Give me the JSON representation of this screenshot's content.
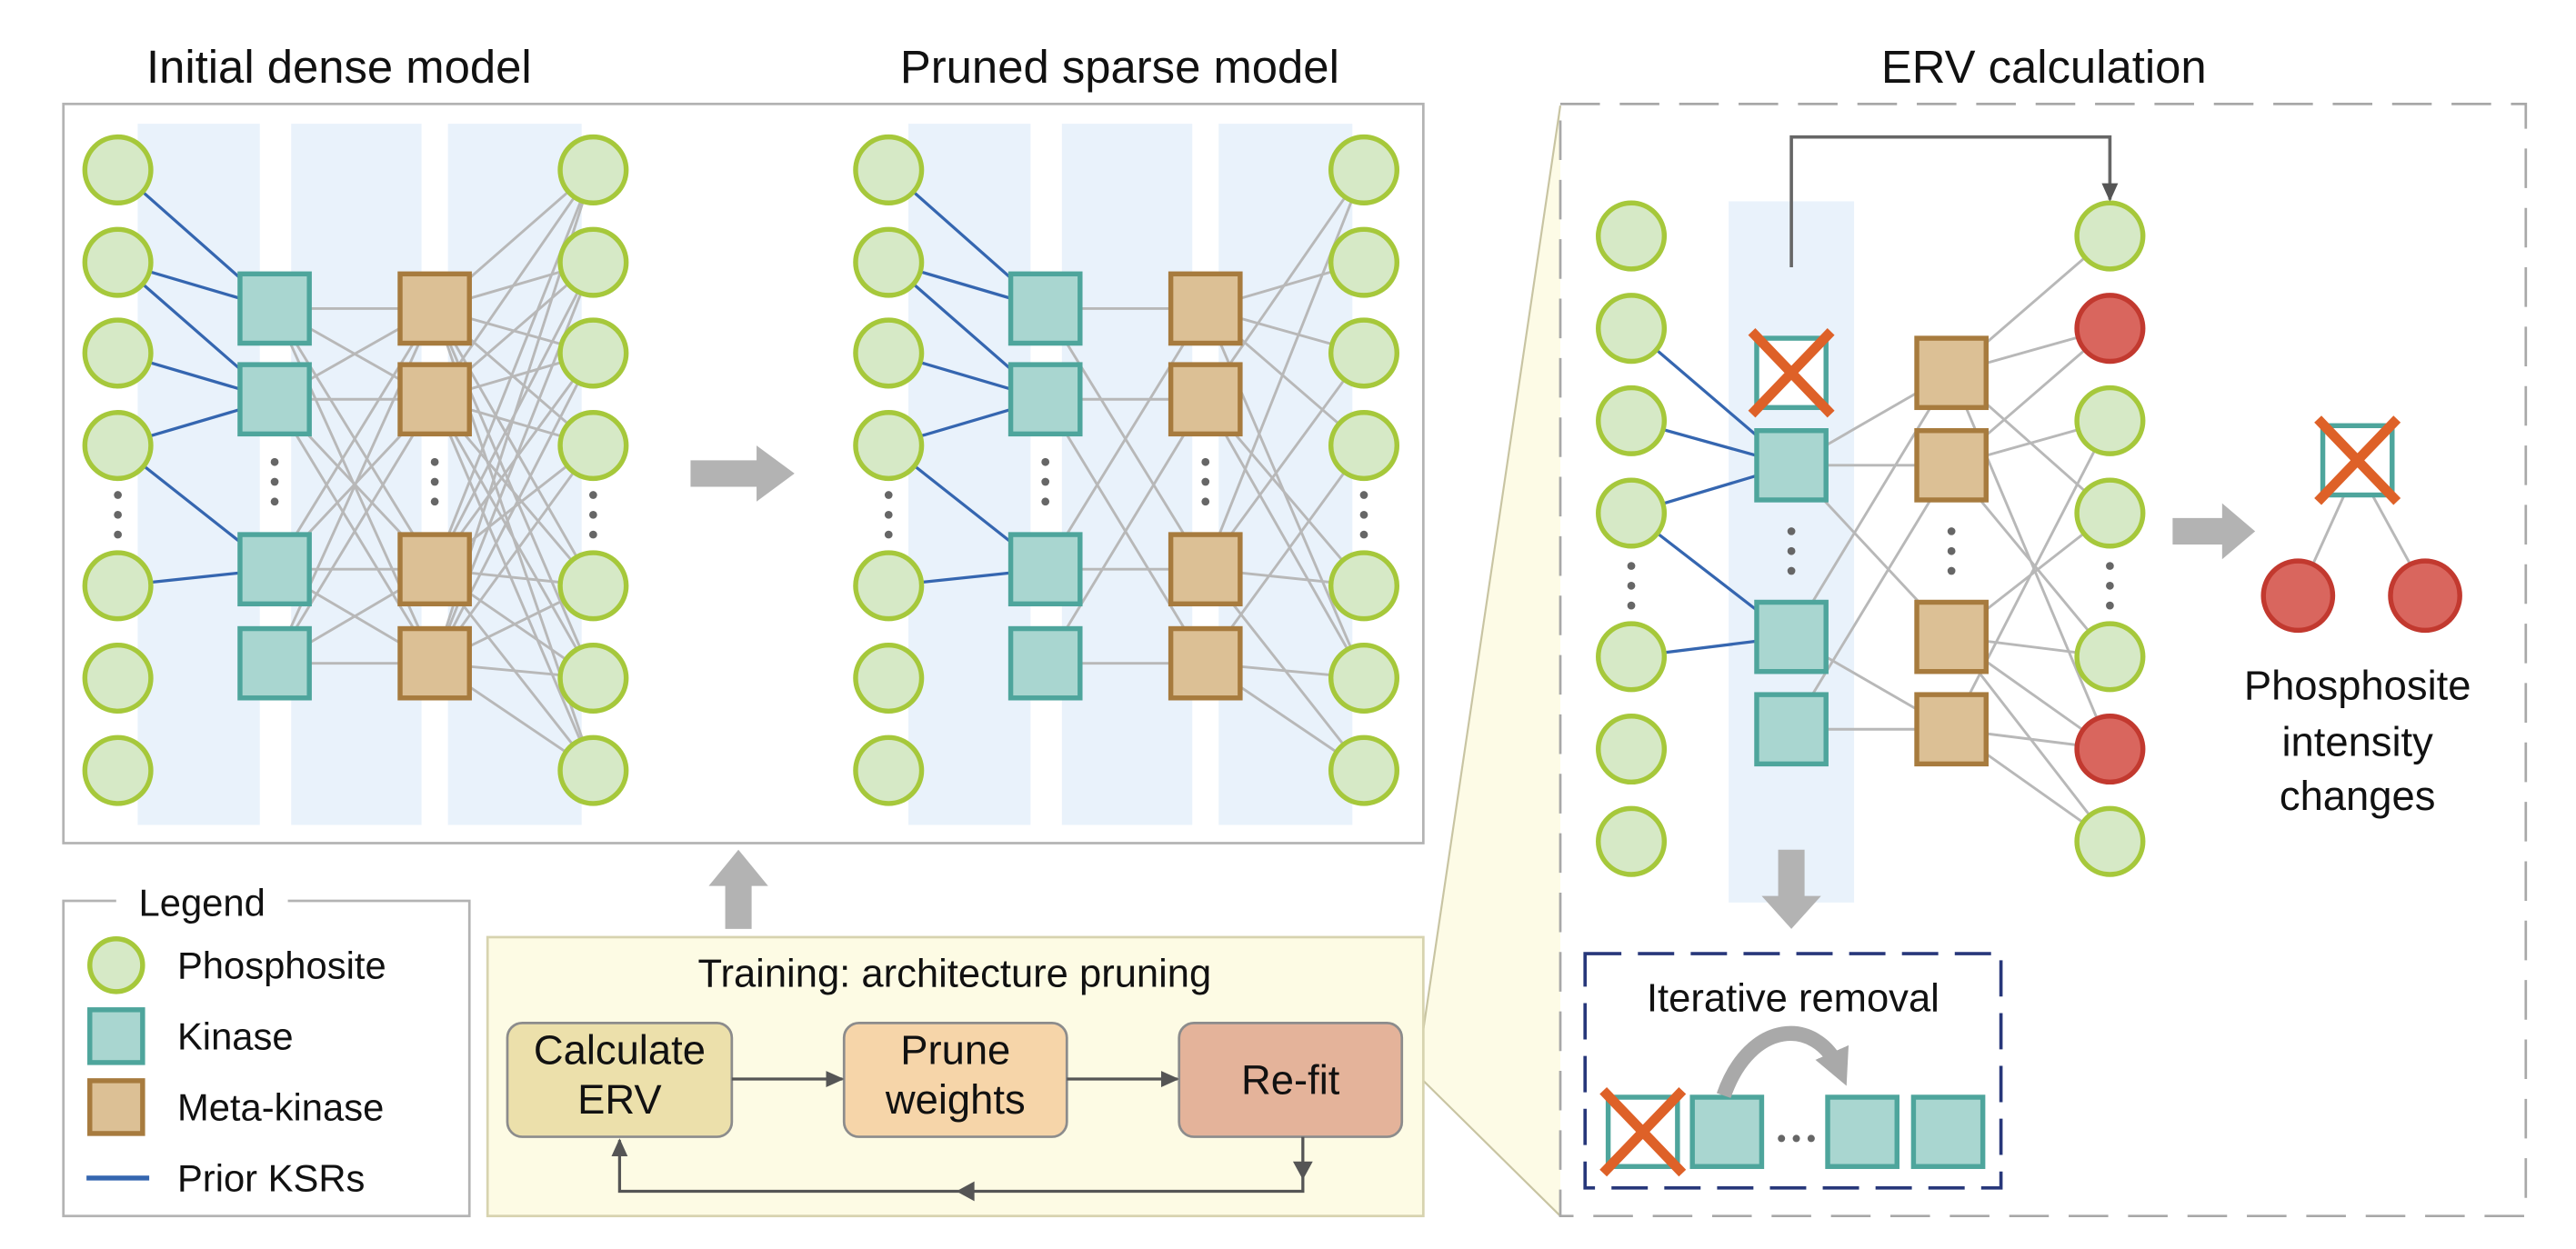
{
  "panels": {
    "dense_title": "Initial dense model",
    "sparse_title": "Pruned sparse model",
    "erv_title": "ERV calculation"
  },
  "legend": {
    "title": "Legend",
    "items": [
      {
        "label": "Phosphosite",
        "icon": "phosphosite-circle-icon"
      },
      {
        "label": "Kinase",
        "icon": "kinase-square-icon"
      },
      {
        "label": "Meta-kinase",
        "icon": "meta-kinase-square-icon"
      },
      {
        "label": "Prior KSRs",
        "icon": "prior-ksr-line-icon"
      }
    ]
  },
  "training": {
    "title": "Training: architecture pruning",
    "steps": [
      {
        "lines": [
          "Calculate",
          "ERV"
        ]
      },
      {
        "lines": [
          "Prune",
          "weights"
        ]
      },
      {
        "lines": [
          "Re-fit"
        ]
      }
    ]
  },
  "erv": {
    "iterative_removal": "Iterative removal",
    "outcome_lines": [
      "Phosphosite",
      "intensity",
      "changes"
    ]
  },
  "colors": {
    "phosphosite_fill": "#d6e9c6",
    "phosphosite_stroke": "#a6c83b",
    "kinase_fill": "#a9d6d0",
    "kinase_stroke": "#4ea59c",
    "meta_kinase_fill": "#dcc095",
    "meta_kinase_stroke": "#a77b3e",
    "prior_ksr": "#3566b0",
    "edge": "#b8b8b8",
    "changed_fill": "#d9665e",
    "changed_stroke": "#c2392f",
    "removed_mark": "#de6128",
    "column_shade": "#e9f2fb",
    "training_bg": "#fdfbe4",
    "calc_erv_fill": "#ece0ab",
    "prune_fill": "#f6d5a9",
    "refit_fill": "#e4b39a",
    "arrow_gray": "#b3b3b3",
    "iterative_box": "#27377a"
  }
}
